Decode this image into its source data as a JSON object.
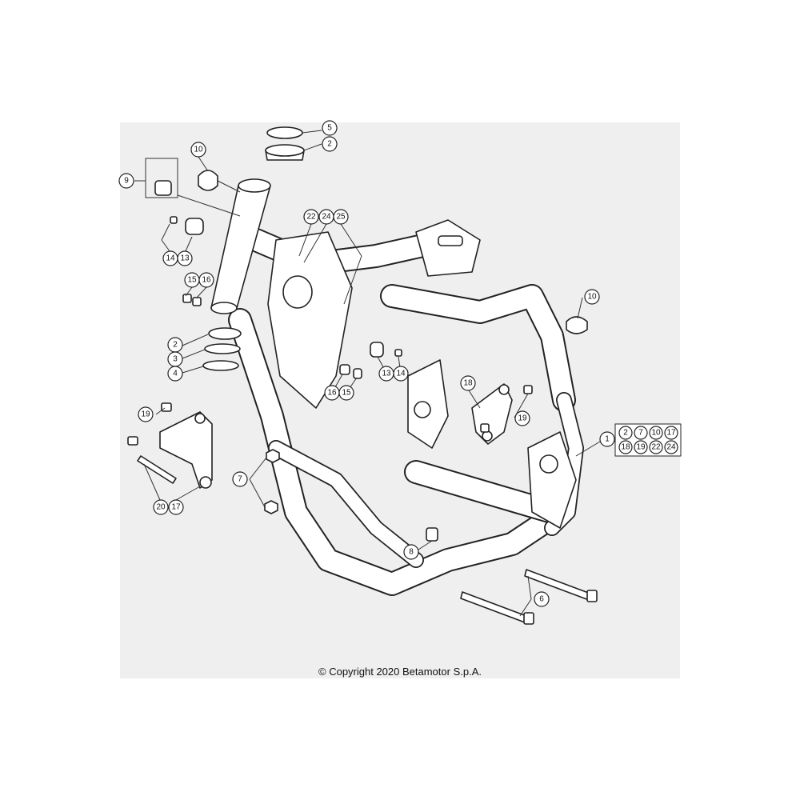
{
  "copyright": "© Copyright 2020 Betamotor S.p.A.",
  "callouts": {
    "c5": "5",
    "c2_top": "2",
    "c10_top": "10",
    "c9": "9",
    "c14_left": "14",
    "c13_left": "13",
    "c22": "22",
    "c24": "24",
    "c25": "25",
    "c15_left": "15",
    "c16_left": "16",
    "c10_right": "10",
    "c2_mid": "2",
    "c3": "3",
    "c4": "4",
    "c13_mid": "13",
    "c14_mid": "14",
    "c16_mid": "16",
    "c15_mid": "15",
    "c18": "18",
    "c19_right": "19",
    "c19_left": "19",
    "c1": "1",
    "c7": "7",
    "c20": "20",
    "c17": "17",
    "c8": "8",
    "c6": "6"
  },
  "kit_reference": {
    "row1": [
      "2",
      "7",
      "10",
      "17"
    ],
    "row2": [
      "18",
      "19",
      "22",
      "24"
    ]
  }
}
